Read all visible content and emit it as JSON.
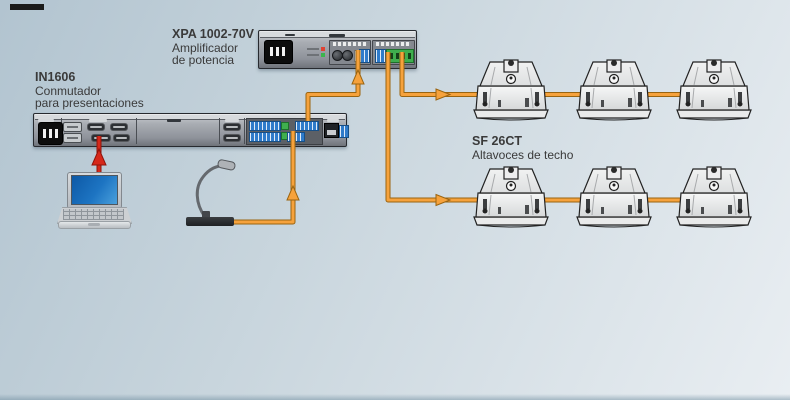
{
  "background": {
    "gradient_start": "#b2c4d0",
    "gradient_end": "#e9eef2"
  },
  "colors": {
    "cable_orange": "#F6A23C",
    "cable_outline": "#9A6410",
    "signal_red": "#D6281A",
    "led_red": "#E04232",
    "led_green": "#3CB54D",
    "terminal_blue": "#2F7BCA",
    "terminal_green": "#3FAE4E",
    "label_text": "#3A3A3A"
  },
  "labels": {
    "amplifier": {
      "title": "XPA 1002-70V",
      "line1": "Amplificador",
      "line2": "de potencia"
    },
    "switcher": {
      "title": "IN1606",
      "line1": "Conmutador",
      "line2": "para presentaciones"
    },
    "speakers": {
      "title": "SF 26CT",
      "line1": "Altavoces de techo"
    }
  },
  "diagram": {
    "speaker_count": 6,
    "speaker_rows": 2,
    "connections": [
      {
        "from": "laptop",
        "to": "IN1606",
        "cable": "red",
        "direction": "up"
      },
      {
        "from": "microphone",
        "to": "IN1606",
        "cable": "orange",
        "direction": "up"
      },
      {
        "from": "IN1606",
        "to": "XPA 1002-70V",
        "cable": "orange",
        "direction": "up"
      },
      {
        "from": "XPA 1002-70V",
        "to": "SF 26CT top row",
        "cable": "orange",
        "direction": "right"
      },
      {
        "from": "XPA 1002-70V",
        "to": "SF 26CT bottom row",
        "cable": "orange",
        "direction": "right"
      }
    ]
  }
}
